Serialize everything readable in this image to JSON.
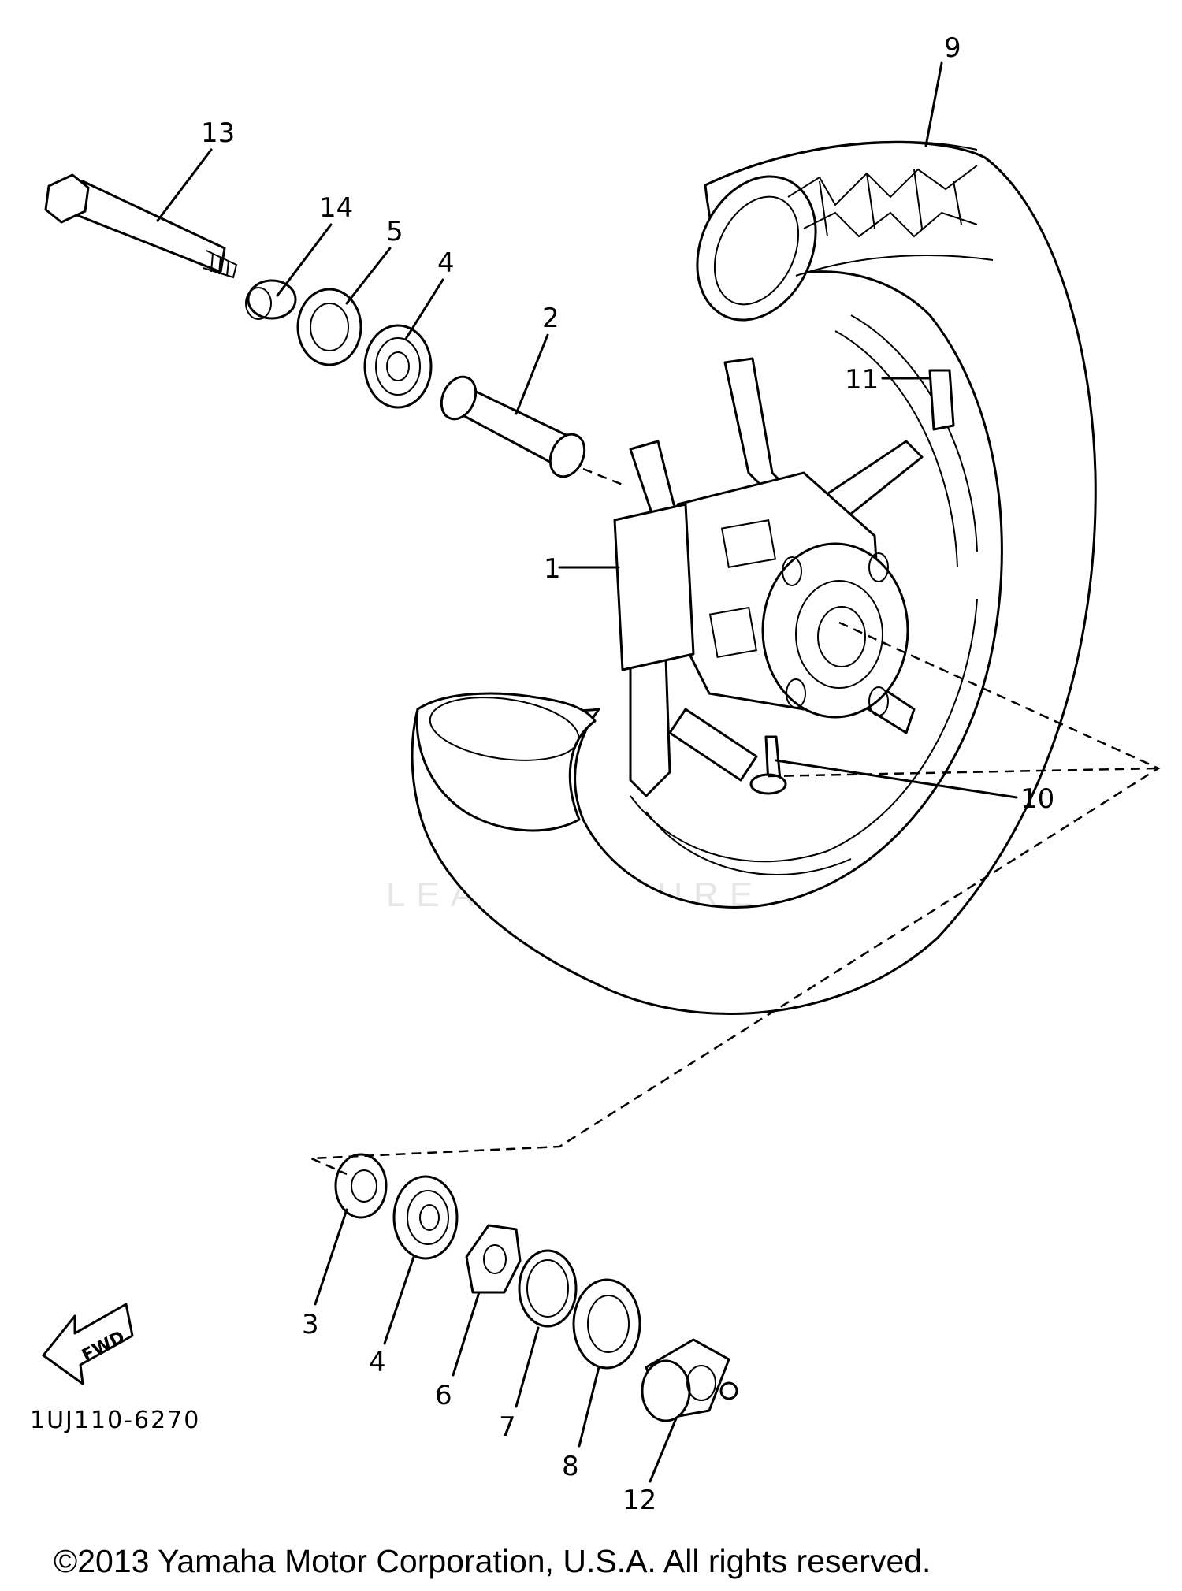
{
  "callouts": {
    "c1": "1",
    "c2": "2",
    "c3": "3",
    "c4a": "4",
    "c4b": "4",
    "c5": "5",
    "c6": "6",
    "c7": "7",
    "c8": "8",
    "c9": "9",
    "c10": "10",
    "c11": "11",
    "c12": "12",
    "c13": "13",
    "c14": "14"
  },
  "fwd_label": "FWD",
  "diagram_code": "1UJ110-6270",
  "watermark": "LEADVENTURE",
  "copyright": "©2013 Yamaha Motor Corporation, U.S.A. All rights reserved."
}
